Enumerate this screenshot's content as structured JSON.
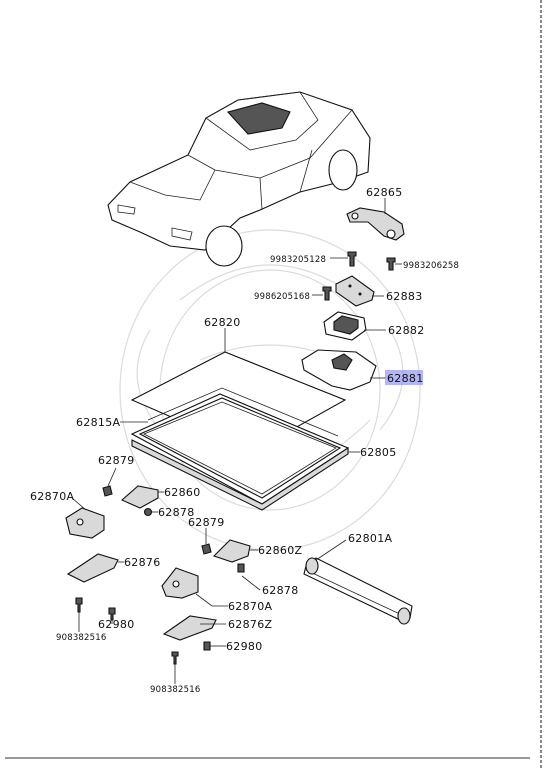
{
  "diagram": {
    "highlight_color": "#8a8ff0",
    "callouts": [
      {
        "id": "p62865",
        "text": "62865"
      },
      {
        "id": "p9983205128",
        "text": "9983205128"
      },
      {
        "id": "p9983206258",
        "text": "9983206258"
      },
      {
        "id": "p9986205168",
        "text": "9986205168"
      },
      {
        "id": "p62883",
        "text": "62883"
      },
      {
        "id": "p62882",
        "text": "62882"
      },
      {
        "id": "p62820",
        "text": "62820"
      },
      {
        "id": "p62881",
        "text": "62881"
      },
      {
        "id": "p62815A",
        "text": "62815A"
      },
      {
        "id": "p62805",
        "text": "62805"
      },
      {
        "id": "p62879a",
        "text": "62879"
      },
      {
        "id": "p62870A_a",
        "text": "62870A"
      },
      {
        "id": "p62860",
        "text": "62860"
      },
      {
        "id": "p62878a",
        "text": "62878"
      },
      {
        "id": "p62879b",
        "text": "62879"
      },
      {
        "id": "p62860Z",
        "text": "62860Z"
      },
      {
        "id": "p62801A",
        "text": "62801A"
      },
      {
        "id": "p62876",
        "text": "62876"
      },
      {
        "id": "p62878b",
        "text": "62878"
      },
      {
        "id": "p62980a",
        "text": "62980"
      },
      {
        "id": "p62870A_b",
        "text": "62870A"
      },
      {
        "id": "p908382516a",
        "text": "908382516"
      },
      {
        "id": "p62876Z",
        "text": "62876Z"
      },
      {
        "id": "p62980b",
        "text": "62980"
      },
      {
        "id": "p908382516b",
        "text": "908382516"
      }
    ]
  }
}
